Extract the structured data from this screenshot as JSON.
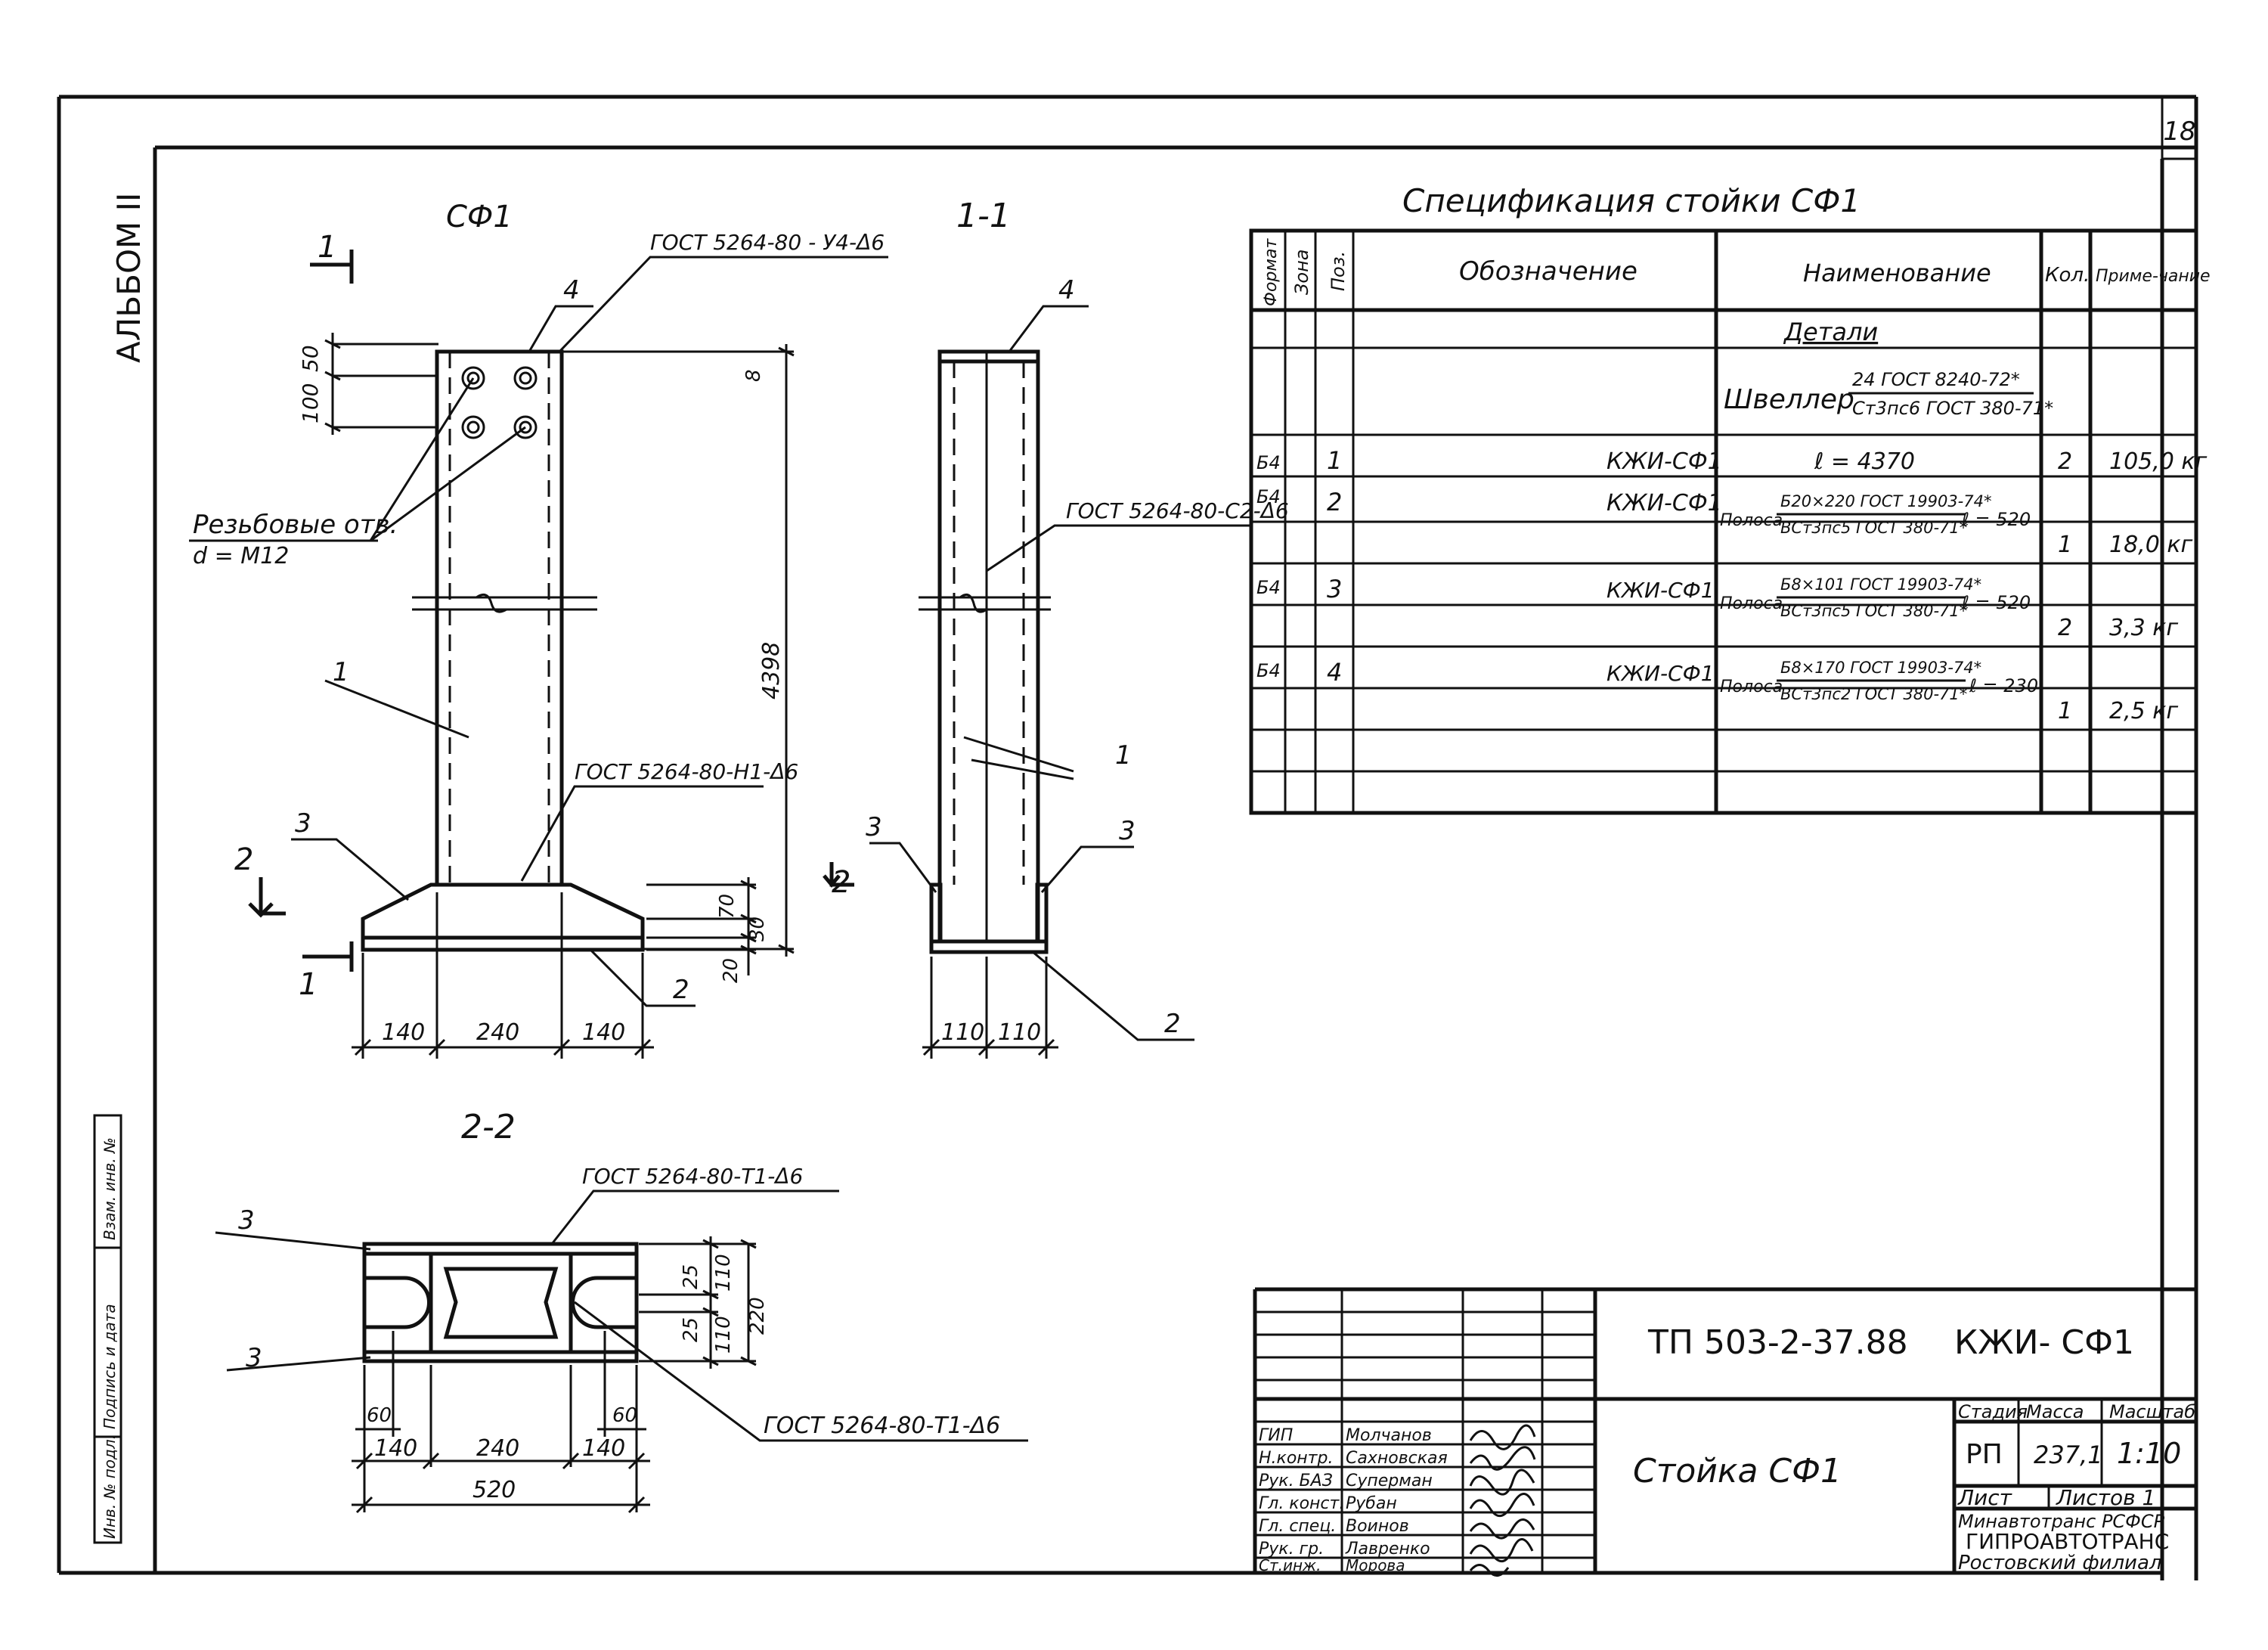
{
  "sheet": {
    "number": "18",
    "album": "АЛЬБОМ II"
  },
  "views": {
    "front": {
      "title": "СФ1",
      "weld_top": "ГОСТ 5264-80 - У4-Δ6",
      "weld_base": "ГОСТ 5264-80-Н1-Δ6",
      "holes_label": "Резьбовые отв.",
      "holes_size": "d = M12",
      "cut1": "1",
      "cut2": "2",
      "dims": {
        "top_50": "50",
        "top_100": "100",
        "top_8": "8",
        "height": "4398",
        "base_70": "70",
        "base_30": "30",
        "base_20": "20",
        "w_140a": "140",
        "w_240": "240",
        "w_140b": "140"
      },
      "pos": {
        "p1": "1",
        "p2": "2",
        "p3": "3",
        "p4": "4"
      }
    },
    "side": {
      "title": "1-1",
      "weld": "ГОСТ 5264-80-С2-Δ6",
      "dims": {
        "w_110a": "110",
        "w_110b": "110"
      },
      "pos": {
        "p1": "1",
        "p2": "2",
        "p3a": "3",
        "p3b": "3",
        "p4": "4"
      }
    },
    "plan": {
      "title": "2-2",
      "weld_top": "ГОСТ 5264-80-Т1-Δ6",
      "weld_bottom": "ГОСТ 5264-80-Т1-Δ6",
      "dims": {
        "d25a": "25",
        "d25b": "25",
        "d110a": "110",
        "d110b": "110",
        "d220": "220",
        "d60a": "60",
        "d60b": "60",
        "d140a": "140",
        "d240": "240",
        "d140b": "140",
        "d520": "520"
      },
      "pos": {
        "p3a": "3",
        "p3b": "3"
      }
    }
  },
  "spec": {
    "title": "Спецификация стойки СФ1",
    "headers": {
      "format": "Формат",
      "zone": "Зона",
      "pos": "Поз.",
      "designation": "Обозначение",
      "name": "Наименование",
      "qty": "Кол.",
      "note": "Приме-чание"
    },
    "section": "Детали",
    "channel": {
      "label": "Швеллер",
      "num": "24 ГОСТ 8240-72*",
      "den": "Ст3пс6 ГОСТ 380-71*"
    },
    "rows": [
      {
        "format": "Б4",
        "pos": "1",
        "designation": "КЖИ-СФ1",
        "name": "ℓ = 4370",
        "qty": "2",
        "note": "105,0 кг"
      },
      {
        "format": "Б4",
        "pos": "2",
        "designation": "КЖИ-СФ1",
        "label": "Полоса",
        "num": "Б20×220 ГОСТ 19903-74*",
        "den": "ВСт3пс5 ГОСТ 380-71*",
        "len": "ℓ = 520",
        "qty": "1",
        "note": "18,0 кг"
      },
      {
        "format": "Б4",
        "pos": "3",
        "designation": "КЖИ-СФ1",
        "label": "Полоса",
        "num": "Б8×101 ГОСТ 19903-74*",
        "den": "ВСт3пс5 ГОСТ 380-71*",
        "len": "ℓ = 520",
        "qty": "2",
        "note": "3,3 кг"
      },
      {
        "format": "Б4",
        "pos": "4",
        "designation": "КЖИ-СФ1",
        "label": "Полоса",
        "num": "Б8×170 ГОСТ 19903-74*",
        "den": "ВСт3пс2 ГОСТ 380-71*",
        "len": "ℓ = 230",
        "qty": "1",
        "note": "2,5 кг"
      }
    ]
  },
  "titleblock": {
    "code": "ТП 503-2-37.88",
    "doc": "КЖИ- СФ1",
    "name": "Стойка СФ1",
    "stage_label": "Стадия",
    "mass_label": "Масса",
    "scale_label": "Масштаб",
    "stage": "РП",
    "mass": "237,1",
    "scale": "1:10",
    "sheet_label": "Лист",
    "sheets_label": "Листов 1",
    "org1": "Минавтотранс РСФСР",
    "org2": "ГИПРОАВТОТРАНС",
    "org3": "Ростовский филиал",
    "people": [
      {
        "role": "ГИП",
        "name": "Молчанов"
      },
      {
        "role": "Н.контр.",
        "name": "Сахновская"
      },
      {
        "role": "Рук. БАЗ",
        "name": "Суперман"
      },
      {
        "role": "Гл. конст.",
        "name": "Рубан"
      },
      {
        "role": "Гл. спец.",
        "name": "Воинов"
      },
      {
        "role": "Рук. гр.",
        "name": "Лавренко"
      },
      {
        "role": "Ст.инж.",
        "name": "Морова"
      }
    ]
  },
  "stamp": {
    "inv": "Инв. № подл.",
    "sign": "Подпись и дата",
    "replace": "Взам. инв. №"
  }
}
